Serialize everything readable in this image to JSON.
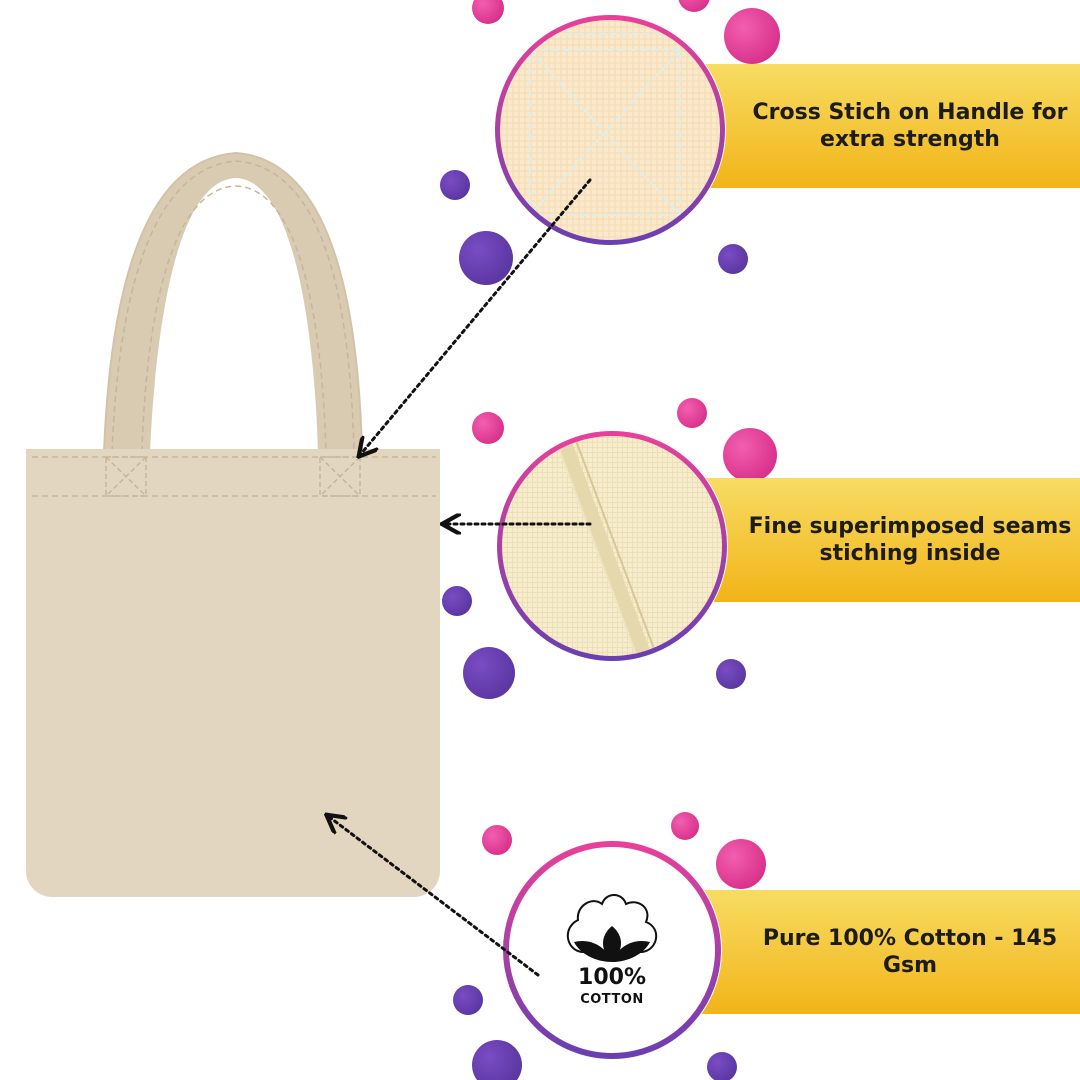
{
  "colors": {
    "background": "#ffffff",
    "bag_fabric": "#e3d6c0",
    "bag_handle": "#d8c9b1",
    "stitch": "#c7b59a",
    "label_gradient_start": "#f6d65a",
    "label_gradient_end": "#f3b51a",
    "ring_pink": "#e8409a",
    "ring_purple": "#6a3fb0",
    "dot_pink": "#e8409a",
    "dot_purple": "#6a3fb0",
    "pointer_arrow": "#111111"
  },
  "features": [
    {
      "id": "handle-cross-stitch",
      "label_lines": [
        "Cross Stich on Handle for",
        "extra strength"
      ],
      "detail_image": "cross-stitch-closeup"
    },
    {
      "id": "superimposed-seams",
      "label_lines": [
        "Fine superimposed seams",
        "stiching inside"
      ],
      "detail_image": "seam-closeup"
    },
    {
      "id": "pure-cotton",
      "label_lines": [
        "Pure 100% Cotton - 145 Gsm"
      ],
      "detail_image": "cotton-badge"
    }
  ],
  "badge": {
    "icon": "cotton-flower-icon",
    "percent_text": "100%",
    "word_text": "COTTON"
  },
  "product": {
    "illustration": "tote-bag"
  }
}
